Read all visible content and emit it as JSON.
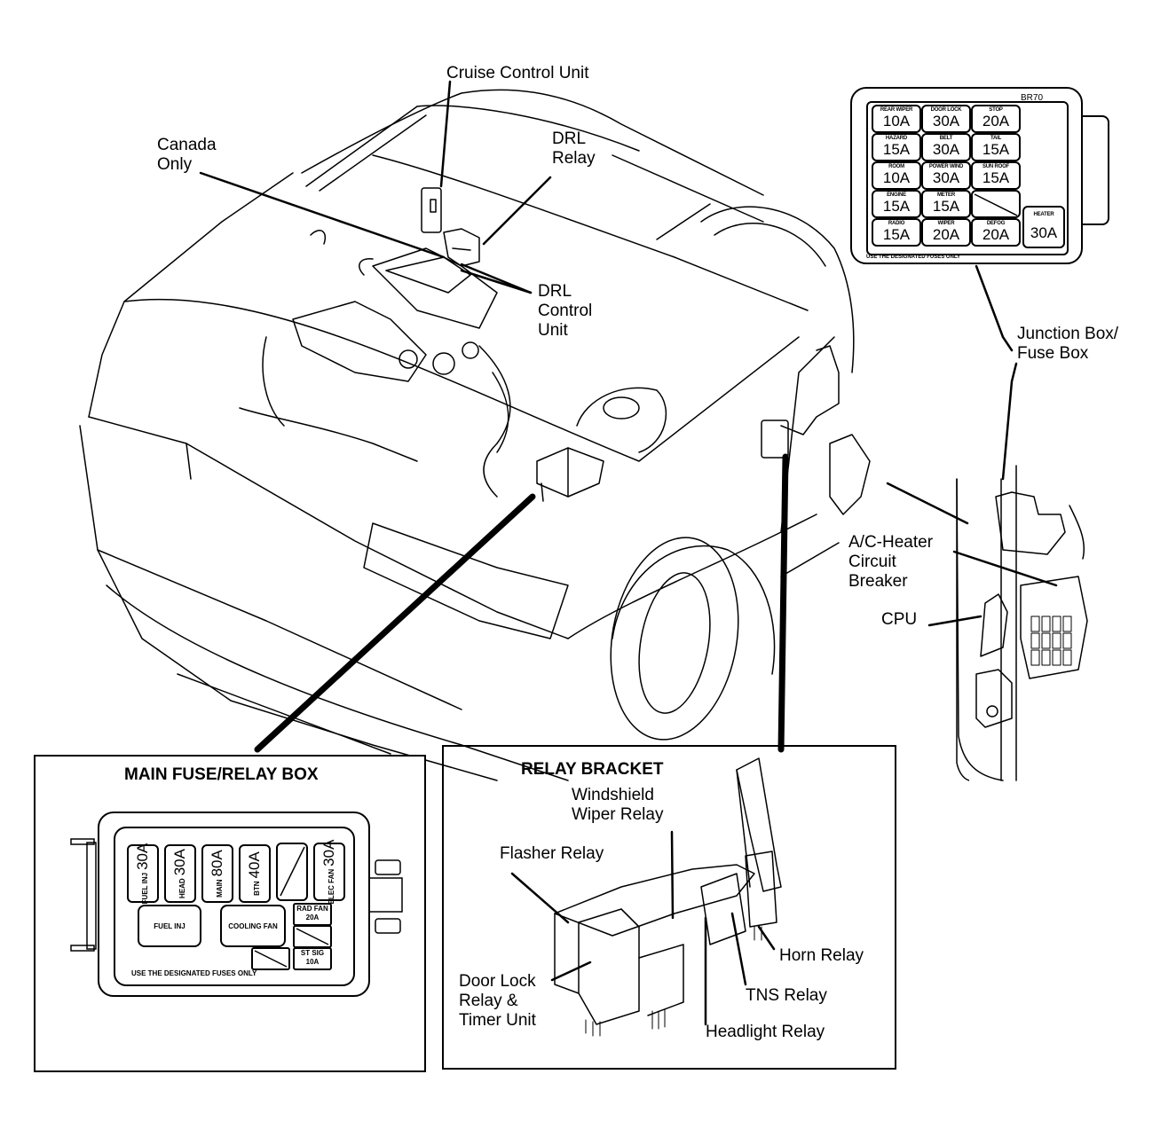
{
  "labels": {
    "cruise_control_unit": "Cruise Control Unit",
    "canada_only": "Canada\nOnly",
    "drl_relay": "DRL\nRelay",
    "drl_control_unit": "DRL\nControl\nUnit",
    "junction_box": "Junction Box/\nFuse Box",
    "ac_heater_breaker": "A/C-Heater\nCircuit\nBreaker",
    "cpu": "CPU"
  },
  "junction_fuse_box": {
    "code": "BR70",
    "note": "USE THE DESIGNATED FUSES ONLY",
    "fuses": [
      {
        "name": "REAR WIPER",
        "rating": "10A"
      },
      {
        "name": "DOOR LOCK",
        "rating": "30A"
      },
      {
        "name": "STOP",
        "rating": "20A"
      },
      {
        "name": "HAZARD",
        "rating": "15A"
      },
      {
        "name": "BELT",
        "rating": "30A"
      },
      {
        "name": "TAIL",
        "rating": "15A"
      },
      {
        "name": "ROOM",
        "rating": "10A"
      },
      {
        "name": "POWER WIND",
        "rating": "30A"
      },
      {
        "name": "SUN ROOF",
        "rating": "15A"
      },
      {
        "name": "ENGINE",
        "rating": "15A"
      },
      {
        "name": "METER",
        "rating": "15A"
      },
      {
        "name": "",
        "rating": ""
      },
      {
        "name": "RADIO",
        "rating": "15A"
      },
      {
        "name": "WIPER",
        "rating": "20A"
      },
      {
        "name": "DEFOG",
        "rating": "20A"
      },
      {
        "name": "HEATER",
        "rating": "30A"
      }
    ]
  },
  "main_fuse_box": {
    "title": "MAIN FUSE/RELAY BOX",
    "note": "USE THE DESIGNATED FUSES ONLY",
    "fuses": [
      {
        "name": "FUEL INJ",
        "rating": "30A"
      },
      {
        "name": "HEAD",
        "rating": "30A"
      },
      {
        "name": "MAIN",
        "rating": "80A"
      },
      {
        "name": "BTN",
        "rating": "40A"
      },
      {
        "name": "",
        "rating": ""
      },
      {
        "name": "ELEC FAN",
        "rating": "30A"
      }
    ],
    "relays": [
      "FUEL INJ",
      "COOLING FAN"
    ],
    "small_fuses": [
      {
        "name": "RAD FAN",
        "rating": "20A"
      },
      {
        "name": "ST SIG",
        "rating": "10A"
      }
    ]
  },
  "relay_bracket": {
    "title": "RELAY BRACKET",
    "labels": {
      "windshield_wiper": "Windshield\nWiper Relay",
      "flasher": "Flasher Relay",
      "door_lock": "Door Lock\nRelay &\nTimer Unit",
      "horn": "Horn Relay",
      "tns": "TNS Relay",
      "headlight": "Headlight Relay"
    }
  }
}
